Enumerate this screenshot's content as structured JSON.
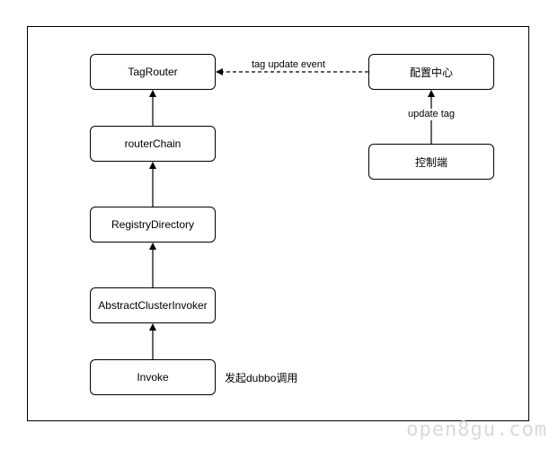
{
  "nodes": {
    "tag_router": "TagRouter",
    "router_chain": "routerChain",
    "registry_directory": "RegistryDirectory",
    "abstract_cluster_invoker": "AbstractClusterInvoker",
    "invoke": "Invoke",
    "config_center": "配置中心",
    "console": "控制端"
  },
  "edge_labels": {
    "tag_update_event": "tag update event",
    "update_tag": "update tag"
  },
  "notes": {
    "invoke_note": "发起dubbo调用"
  },
  "watermark": "open8gu.com",
  "colors": {
    "stroke": "#000000",
    "background": "#ffffff",
    "watermark": "#d9d9d9"
  }
}
